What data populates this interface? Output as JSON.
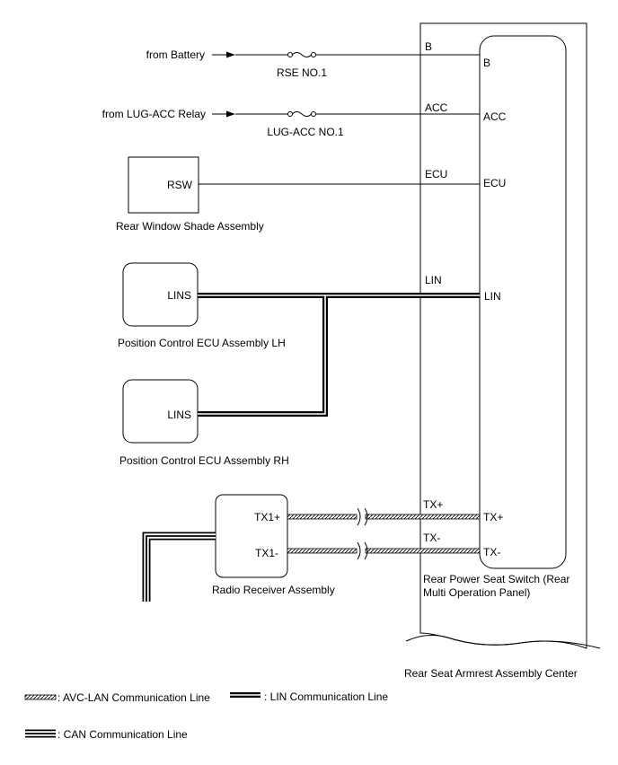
{
  "sources": {
    "battery": "from Battery",
    "lug_acc_relay": "from LUG-ACC Relay"
  },
  "fuses": {
    "rse_no1": "RSE NO.1",
    "lug_acc_no1": "LUG-ACC NO.1"
  },
  "components": {
    "rear_window_shade": {
      "label": "Rear Window Shade Assembly",
      "terminal": "RSW"
    },
    "position_ecu_lh": {
      "label": "Position Control ECU Assembly LH",
      "terminal": "LINS"
    },
    "position_ecu_rh": {
      "label": "Position Control ECU Assembly RH",
      "terminal": "LINS"
    },
    "radio_receiver": {
      "label": "Radio Receiver Assembly",
      "terminal_1": "TX1+",
      "terminal_2": "TX1-"
    },
    "rear_power_seat_switch": {
      "label_line1": "Rear Power Seat Switch (Rear",
      "label_line2": "Multi Operation Panel)",
      "terminals": [
        "B",
        "ACC",
        "ECU",
        "LIN",
        "TX+",
        "TX-"
      ]
    },
    "armrest_center": {
      "label": "Rear Seat Armrest Assembly Center"
    }
  },
  "connector_labels": [
    "B",
    "ACC",
    "ECU",
    "LIN",
    "TX+",
    "TX-"
  ],
  "legend": {
    "avc_lan": ": AVC-LAN Communication Line",
    "lin": ": LIN Communication Line",
    "can": ": CAN Communication Line"
  }
}
